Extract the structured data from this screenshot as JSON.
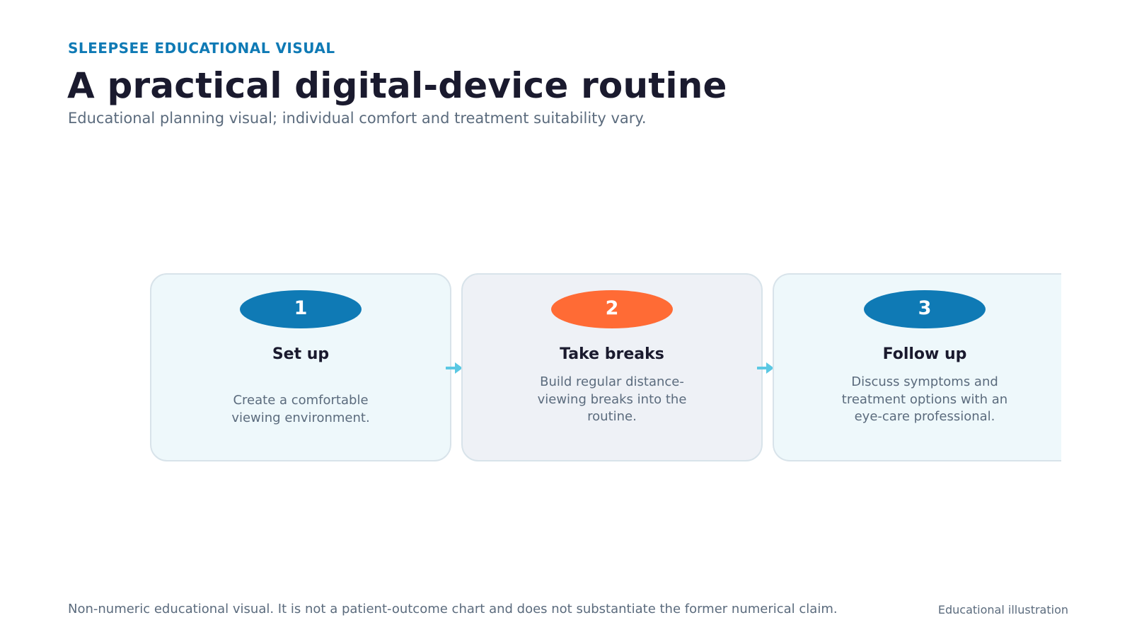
{
  "header": {
    "eyebrow": "SLEEPSEE EDUCATIONAL VISUAL",
    "title": "A practical digital-device routine",
    "subtitle": "Educational planning visual; individual comfort and treatment suitability vary."
  },
  "steps": [
    {
      "number": "1",
      "title": "Set up",
      "description": "Create a comfortable viewing environment.",
      "badge_color": "#0f7ab5",
      "card_color": "#eef8fb"
    },
    {
      "number": "2",
      "title": "Take breaks",
      "description": "Build regular distance-viewing breaks into the routine.",
      "badge_color": "#ff6b35",
      "card_color": "#eef1f6"
    },
    {
      "number": "3",
      "title": "Follow up",
      "description": "Discuss symptoms and treatment options with an eye-care professional.",
      "badge_color": "#0f7ab5",
      "card_color": "#eef8fb"
    }
  ],
  "colors": {
    "accent_blue": "#0f7ab5",
    "accent_orange": "#ff6b35",
    "arrow": "#5bc8e3",
    "title_text": "#1a1a2e",
    "muted_text": "#5b6b7d"
  },
  "footer": {
    "note": "Non-numeric educational visual. It is not a patient-outcome chart and does not substantiate the former numerical claim.",
    "tag": "Educational illustration"
  }
}
